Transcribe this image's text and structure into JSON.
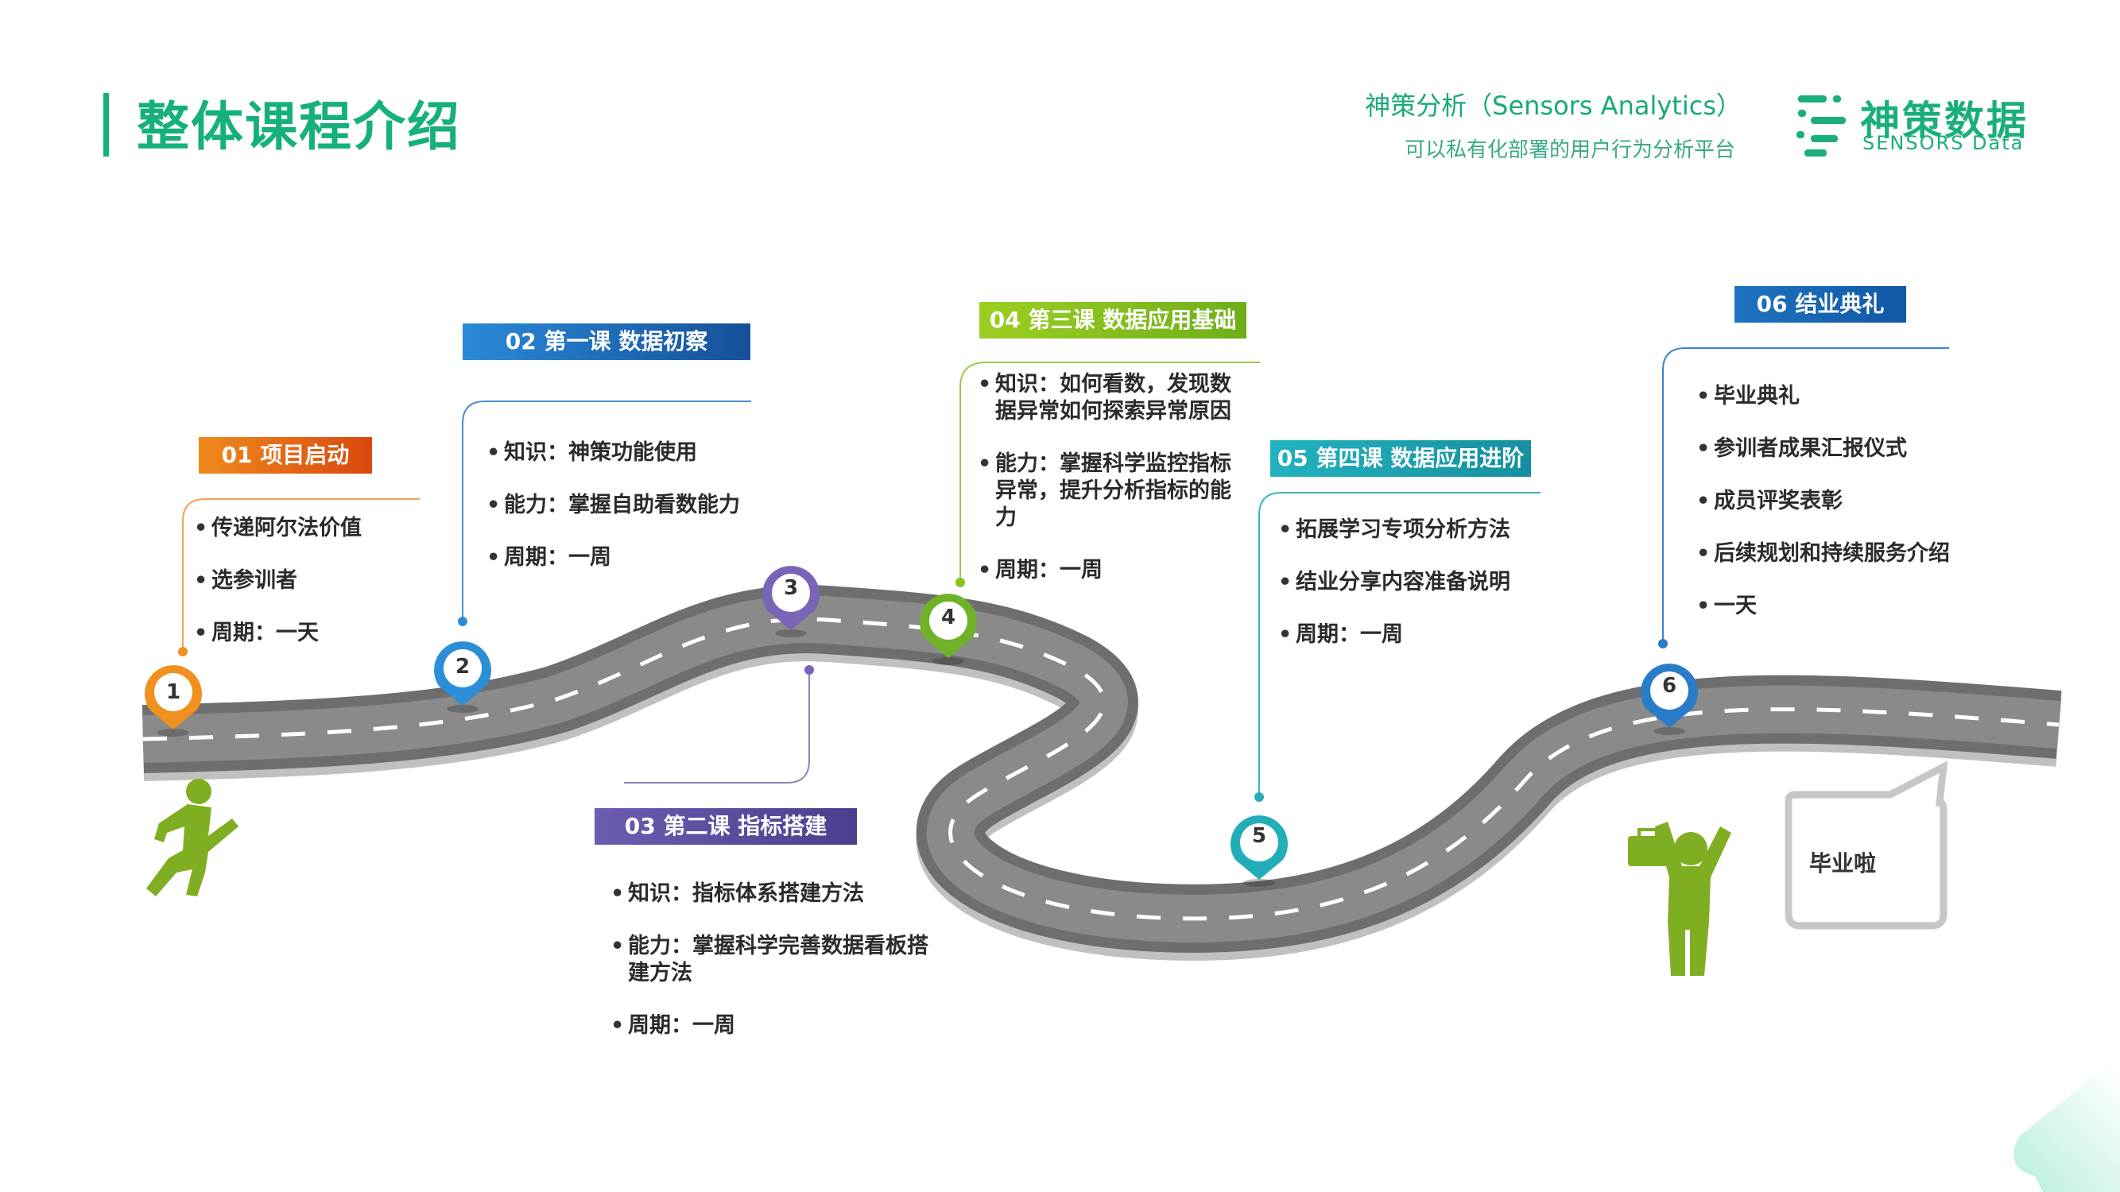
{
  "title": "整体课程介绍",
  "brand": {
    "tagline": "神策分析（Sensors Analytics）",
    "subtitle": "可以私有化部署的用户行为分析平台",
    "logo_cn": "神策数据",
    "logo_en": "SENSORS Data",
    "color": "#1aaf7a"
  },
  "stages": [
    {
      "label": "01 项目启动",
      "color": "#e8600f",
      "pin_color": "#f0901e",
      "pin_number": "1",
      "items": [
        "传递阿尔法价值",
        "选参训者",
        "周期：一天"
      ]
    },
    {
      "label": "02 第一课 数据初察",
      "color": "#1a6fb8",
      "pin_color": "#2d8ed8",
      "pin_number": "2",
      "items": [
        "知识：神策功能使用",
        "能力：掌握自助看数能力",
        "周期：一周"
      ]
    },
    {
      "label": "03 第二课 指标搭建",
      "color": "#5c4fa0",
      "pin_color": "#7a64b8",
      "pin_number": "3",
      "items": [
        "知识：指标体系搭建方法",
        "能力：掌握科学完善数据看板搭建方法",
        "周期：一周"
      ]
    },
    {
      "label": "04 第三课 数据应用基础",
      "color": "#8cc41e",
      "pin_color": "#6fb22a",
      "pin_number": "4",
      "items": [
        "知识：如何看数，发现数据异常如何探索异常原因",
        "能力：掌握科学监控指标异常，提升分析指标的能力",
        "周期：一周"
      ]
    },
    {
      "label": "05 第四课 数据应用进阶",
      "color": "#1ba1b2",
      "pin_color": "#22aeb8",
      "pin_number": "5",
      "items": [
        "拓展学习专项分析方法",
        "结业分享内容准备说明",
        "周期：一周"
      ]
    },
    {
      "label": "06 结业典礼",
      "color": "#1565b3",
      "pin_color": "#2b7cc8",
      "pin_number": "6",
      "items": [
        "毕业典礼",
        "参训者成果汇报仪式",
        "成员评奖表彰",
        "后续规划和持续服务介绍",
        "一天"
      ]
    }
  ],
  "bubble_text": "毕业啦",
  "figure_color": "#7fae22",
  "road_color": "#6e6e6e"
}
